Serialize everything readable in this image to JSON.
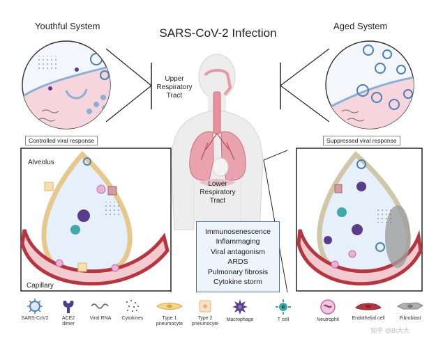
{
  "title": "SARS-CoV-2 Infection",
  "left_system": {
    "label": "Youthful System",
    "response": "Controlled viral response"
  },
  "right_system": {
    "label": "Aged System",
    "response": "Suppressed viral response"
  },
  "upper_tract": [
    "Upper",
    "Respiratory",
    "Tract"
  ],
  "lower_tract": [
    "Lower",
    "Respiratory",
    "Tract"
  ],
  "alveolus_label": "Alveolus",
  "capillary_label": "Capillary",
  "aging_effects": [
    "Immunosenescence",
    "Inflammaging",
    "Viral antagonism",
    "ARDS",
    "Pulmonary fibrosis",
    "Cytokine storm"
  ],
  "legend": [
    {
      "line1": "SARS-CoV2",
      "line2": "",
      "icon": "virus-icon"
    },
    {
      "line1": "ACE2",
      "line2": "dimer",
      "icon": "ace2-dimer-icon"
    },
    {
      "line1": "Viral RNA",
      "line2": "",
      "icon": "viral-rna-icon"
    },
    {
      "line1": "Cytokines",
      "line2": "",
      "icon": "cytokines-icon"
    },
    {
      "line1": "Type 1",
      "line2": "pneumocyte",
      "icon": "type1-pneumocyte-icon"
    },
    {
      "line1": "Type 2",
      "line2": "pneumocyte",
      "icon": "type2-pneumocyte-icon"
    },
    {
      "line1": "Macrophage",
      "line2": "",
      "icon": "macrophage-icon"
    },
    {
      "line1": "T cell",
      "line2": "",
      "icon": "t-cell-icon"
    },
    {
      "line1": "Neutrophil",
      "line2": "",
      "icon": "neutrophil-icon"
    },
    {
      "line1": "Endothelial cell",
      "line2": "",
      "icon": "endothelial-cell-icon"
    },
    {
      "line1": "Fibroblast",
      "line2": "",
      "icon": "fibroblast-icon"
    }
  ],
  "watermark": "知乎 @Bi大大",
  "colors": {
    "virus": "#4a7fb5",
    "macrophage": "#5a3c8c",
    "t_cell": "#3fa8a8",
    "neutrophil": "#c86aa6",
    "capillary": "#b8353f",
    "alveolus_fill": "#e6f0fa",
    "info_border": "#4f6f96"
  }
}
